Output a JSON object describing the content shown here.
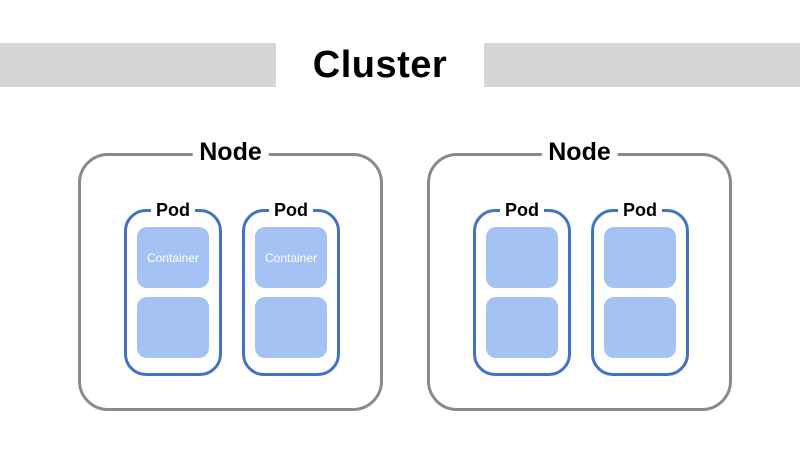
{
  "diagram": {
    "title": "Cluster",
    "colors": {
      "band": "#D6D6D6",
      "node_border": "#8A8A8A",
      "pod_border": "#4472C4",
      "container_fill": "#A4C2F4",
      "container_text": "#FFFFFF",
      "label_text": "#000000",
      "background": "#FFFFFF"
    },
    "nodes": [
      {
        "label": "Node",
        "pods": [
          {
            "label": "Pod",
            "containers": [
              {
                "label": "Container"
              },
              {
                "label": ""
              }
            ]
          },
          {
            "label": "Pod",
            "containers": [
              {
                "label": "Container"
              },
              {
                "label": ""
              }
            ]
          }
        ]
      },
      {
        "label": "Node",
        "pods": [
          {
            "label": "Pod",
            "containers": [
              {
                "label": ""
              },
              {
                "label": ""
              }
            ]
          },
          {
            "label": "Pod",
            "containers": [
              {
                "label": ""
              },
              {
                "label": ""
              }
            ]
          }
        ]
      }
    ]
  }
}
